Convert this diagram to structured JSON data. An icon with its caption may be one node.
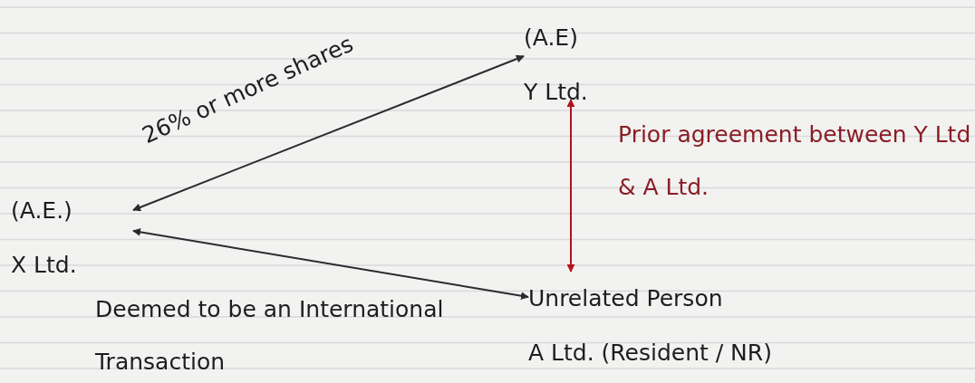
{
  "diagram": {
    "nodes": [
      {
        "text": [
          "(A.E.)",
          "X Ltd."
        ]
      },
      {
        "text": [
          "(A.E)",
          "Y Ltd."
        ]
      },
      {
        "text": [
          "Unrelated Person",
          "A Ltd. (Resident / NR)"
        ]
      }
    ],
    "edges": [
      {
        "from": 0,
        "to": 1,
        "arrow": "both",
        "label": "26% or more shares"
      },
      {
        "from": 0,
        "to": 2,
        "arrow": "both"
      },
      {
        "from": 1,
        "to": 2,
        "arrow": "both",
        "label": "Prior agreement between Y Ltd & A Ltd.",
        "color": "#b0141c"
      }
    ],
    "labels": [
      "Deemed to be an International Transaction"
    ]
  }
}
